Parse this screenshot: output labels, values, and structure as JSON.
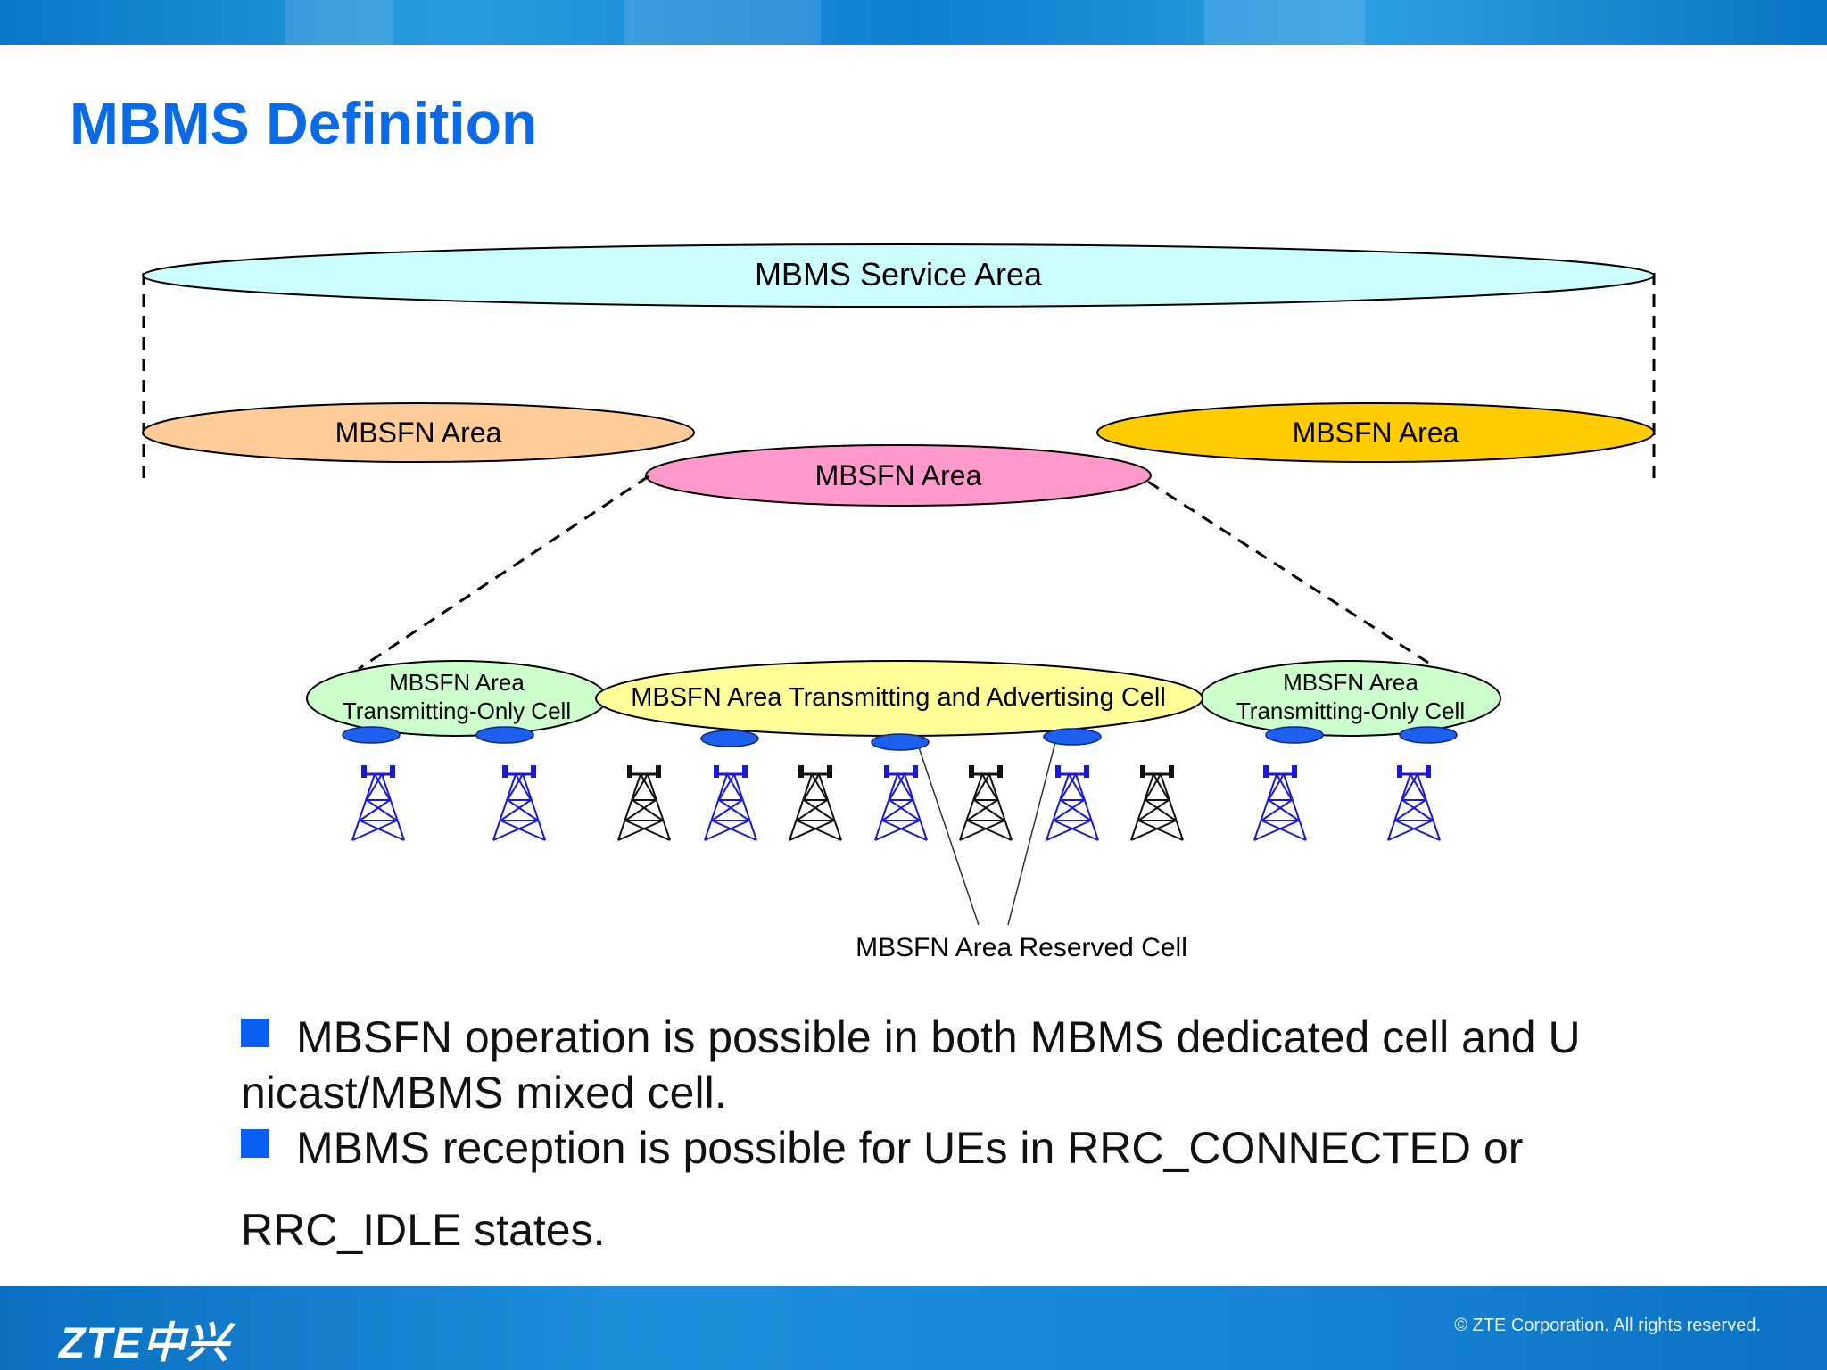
{
  "title": "MBMS Definition",
  "diagram": {
    "service_area_label": "MBMS Service Area",
    "mbsfn_area_left_label": "MBSFN Area",
    "mbsfn_area_right_label": "MBSFN Area",
    "mbsfn_area_center_label": "MBSFN Area",
    "transmitting_only_left_line1": "MBSFN Area",
    "transmitting_only_left_line2": "Transmitting-Only Cell",
    "transmitting_advertising_label": "MBSFN Area Transmitting and Advertising Cell",
    "transmitting_only_right_line1": "MBSFN Area",
    "transmitting_only_right_line2": "Transmitting-Only Cell",
    "reserved_cell_label": "MBSFN Area Reserved Cell",
    "colors": {
      "service_area": "#ccfdfd",
      "mbsfn_left": "#ffcc99",
      "mbsfn_right": "#ffcc00",
      "mbsfn_center": "#ff99cc",
      "transmitting_only": "#ccffcc",
      "transmitting_advertising": "#ffff99",
      "tower_blue": "#1a1ad6",
      "tower_black": "#111111",
      "cell_oval": "#1f5ff0"
    }
  },
  "bullets": [
    {
      "text": "MBSFN operation is possible in both MBMS dedicated cell and U nicast/MBMS mixed cell."
    },
    {
      "text": "MBMS reception is possible for UEs in RRC_CONNECTED or",
      "tail": "RRC_IDLE states."
    }
  ],
  "footer": {
    "logo": "ZTE中兴",
    "copyright": "© ZTE Corporation. All rights reserved."
  }
}
